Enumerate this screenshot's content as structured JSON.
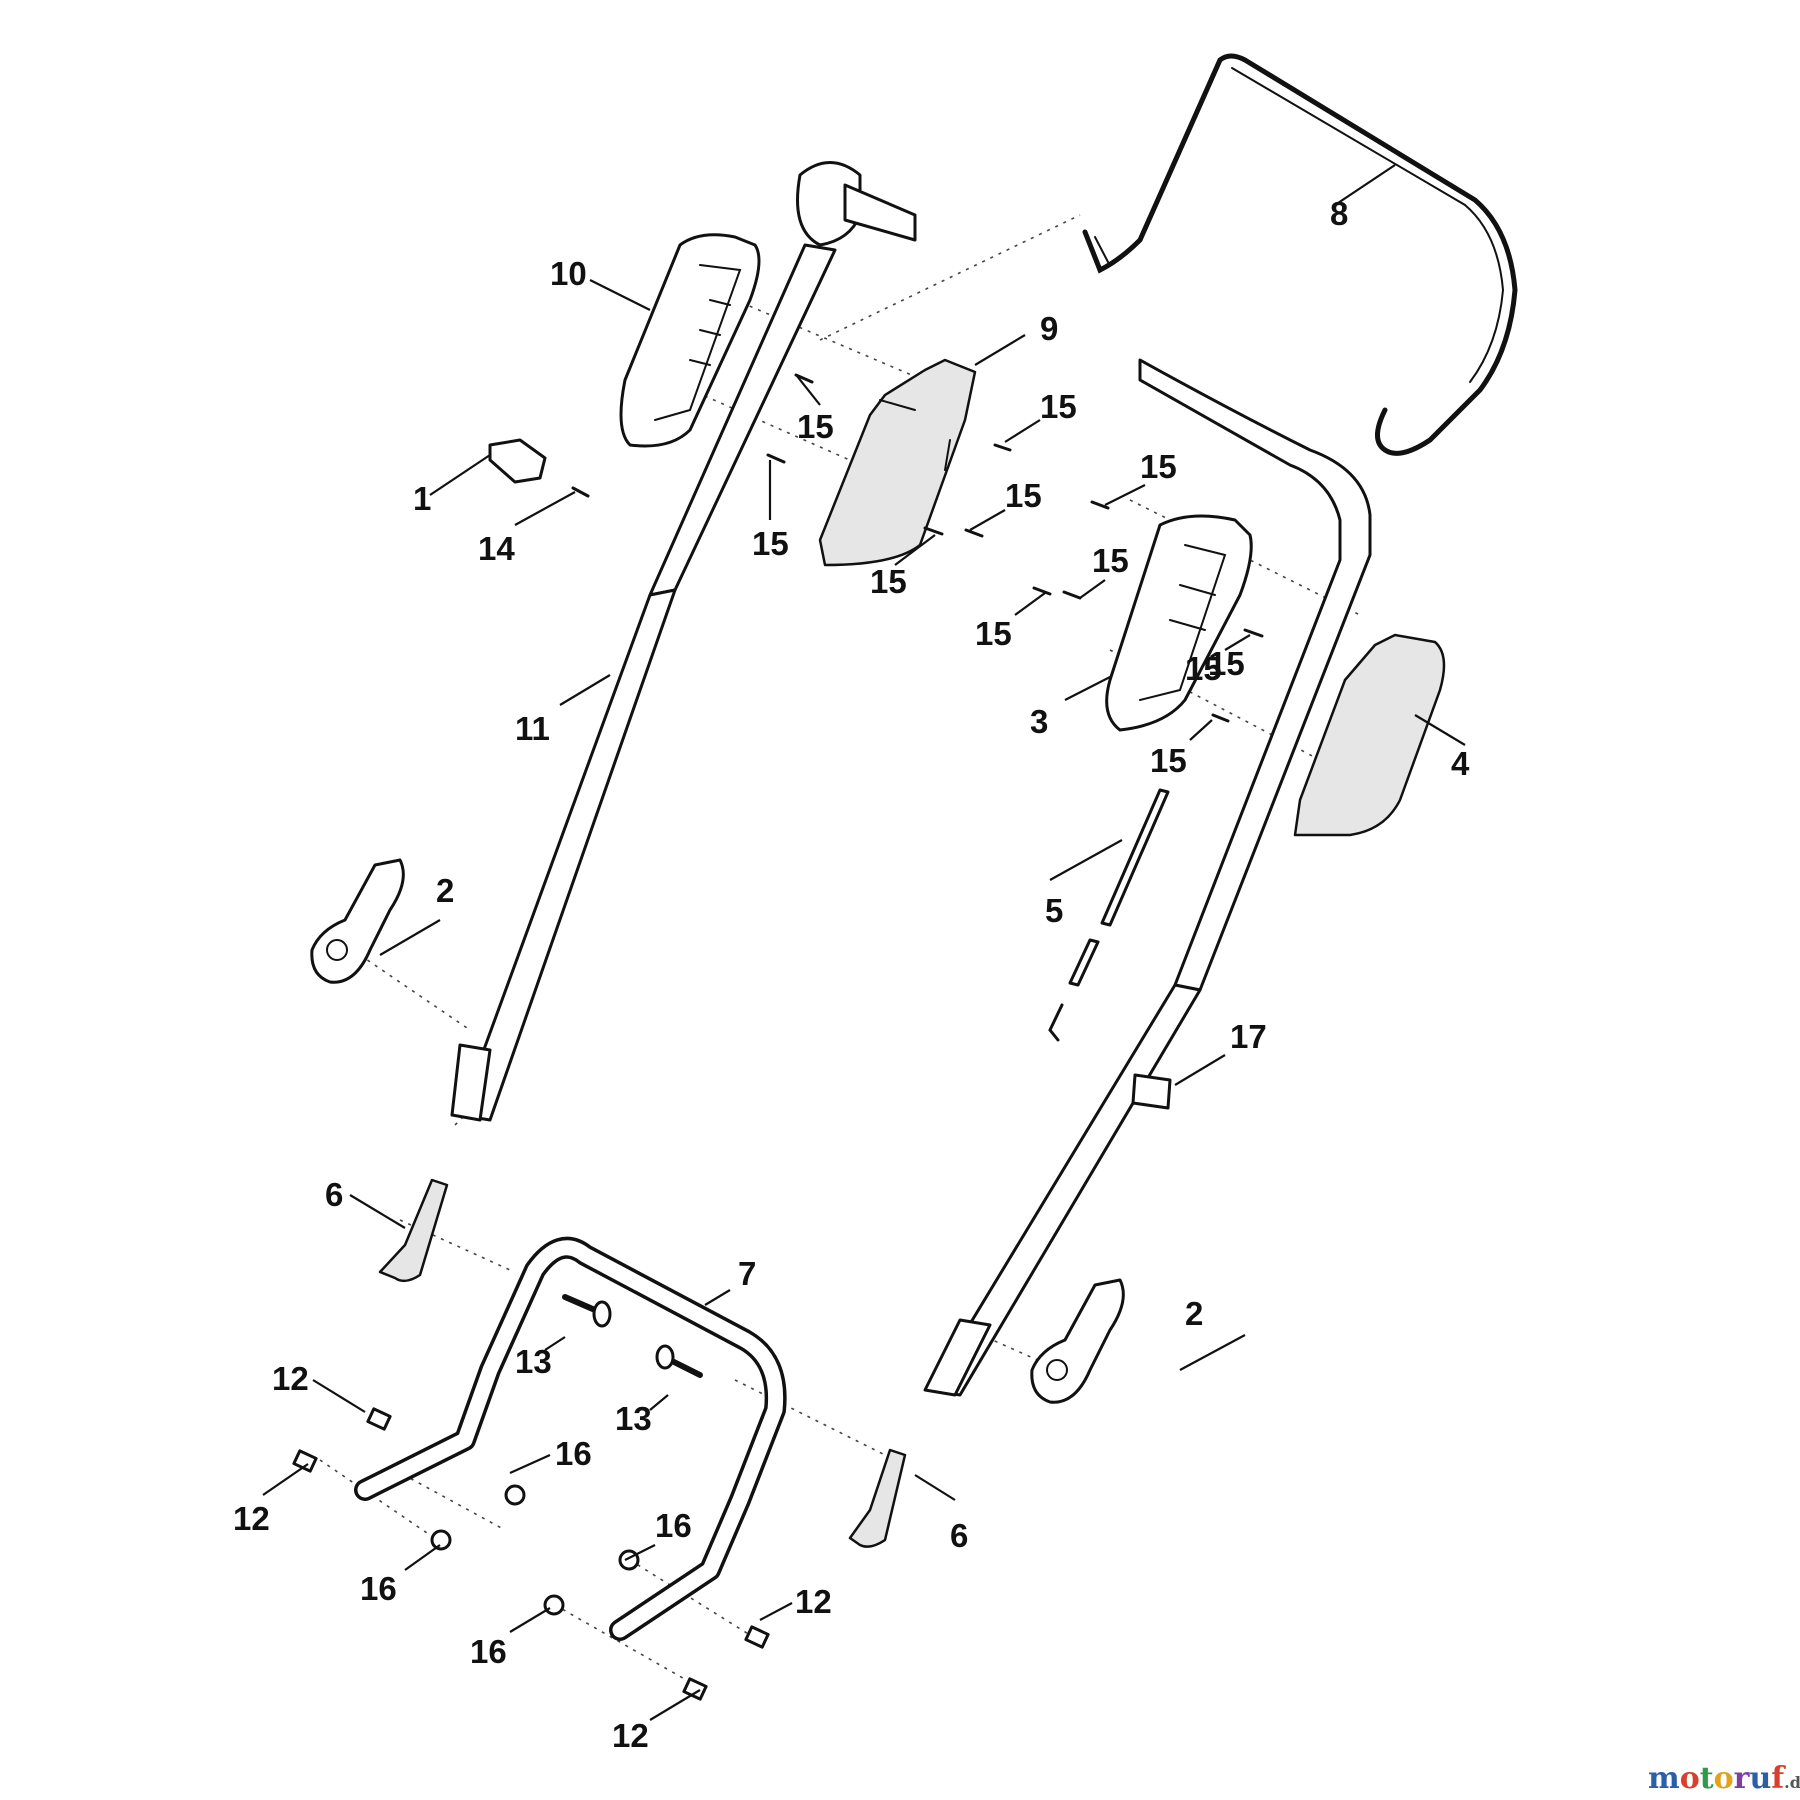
{
  "callouts": {
    "c1": "1",
    "c2a": "2",
    "c2b": "2",
    "c3": "3",
    "c4": "4",
    "c5": "5",
    "c6a": "6",
    "c6b": "6",
    "c7": "7",
    "c8": "8",
    "c9": "9",
    "c10": "10",
    "c11": "11",
    "c12a": "12",
    "c12b": "12",
    "c12c": "12",
    "c12d": "12",
    "c13a": "13",
    "c13b": "13",
    "c14": "14",
    "c15a": "15",
    "c15b": "15",
    "c15c": "15",
    "c15d": "15",
    "c15e": "15",
    "c15f": "15",
    "c15g": "15",
    "c15h": "15",
    "c15i": "15",
    "c15j": "15",
    "c15k": "15",
    "c16a": "16",
    "c16b": "16",
    "c16c": "16",
    "c16d": "16",
    "c17": "17"
  },
  "watermark": {
    "letters": [
      "m",
      "o",
      "t",
      "o",
      "r",
      "u",
      "f"
    ],
    "colors": [
      "#2b5fa8",
      "#d8402b",
      "#2e9a4a",
      "#e2a21b",
      "#7d3fa0",
      "#2b5fa8",
      "#d8402b"
    ],
    "suffix": ".de"
  }
}
